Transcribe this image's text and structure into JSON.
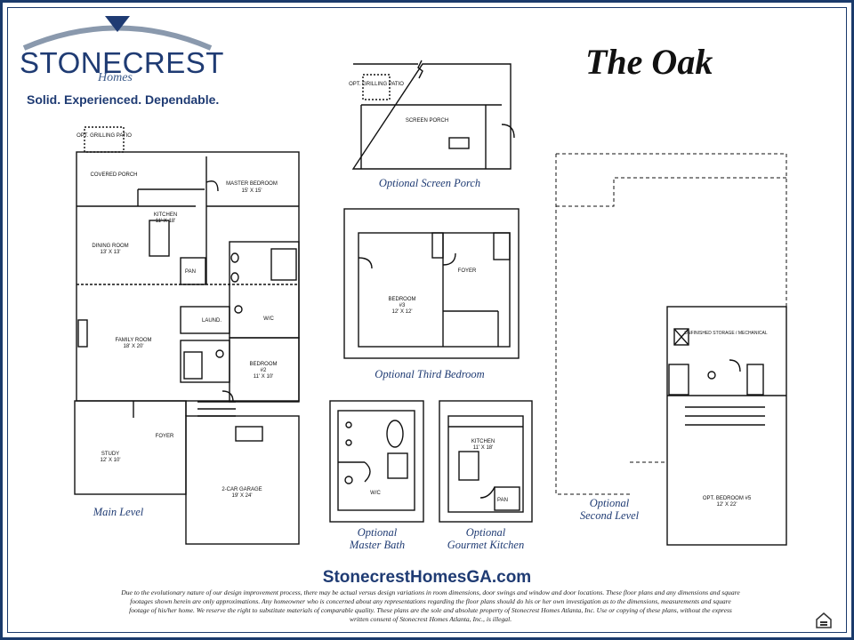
{
  "brand": {
    "name": "STONECREST",
    "sub": "Homes",
    "tagline": "Solid. Experienced. Dependable."
  },
  "plan_title": "The Oak",
  "captions": {
    "main_level": "Main Level",
    "screen_porch": "Optional Screen Porch",
    "third_bedroom": "Optional Third Bedroom",
    "master_bath": "Optional\nMaster Bath",
    "gourmet_kitchen": "Optional\nGourmet Kitchen",
    "second_level": "Optional\nSecond Level"
  },
  "rooms": {
    "grilling_patio": "OPT. GRILLING PATIO",
    "covered_porch": "COVERED PORCH",
    "master_bedroom": "MASTER BEDROOM",
    "master_bedroom_dim": "15' X 15'",
    "kitchen": "KITCHEN",
    "kitchen_dim": "11' X 18'",
    "dining_room": "DINING ROOM",
    "dining_room_dim": "13' X 13'",
    "pan": "PAN",
    "laund": "LAUND.",
    "wic": "W/C",
    "family_room": "FAMILY ROOM",
    "family_room_dim": "18' X 20'",
    "bedroom2": "BEDROOM",
    "bedroom2_num": "#2",
    "bedroom2_dim": "11' X 10'",
    "foyer": "FOYER",
    "study": "STUDY",
    "study_dim": "12' X 10'",
    "garage": "2-CAR GARAGE",
    "garage_dim": "19' X 24'",
    "screen_porch": "SCREEN PORCH",
    "bedroom3": "BEDROOM",
    "bedroom3_num": "#3",
    "bedroom3_dim": "12' X 12'",
    "storage": "UNFINISHED STORAGE / MECHANICAL",
    "bedroom5": "OPT. BEDROOM #5",
    "bedroom5_dim": "12' X 22'"
  },
  "website": "StonecrestHomesGA.com",
  "disclaimer": "Due to the evolutionary nature of our design improvement process, there may be actual versus design variations in room dimensions, door swings and window and door locations. These floor plans and any dimensions and square footages shown herein are only approximations. Any homeowner who is concerned about any representations regarding the floor plans should do his or her own investigation as to the dimensions, measurements and square footage of his/her home. We reserve the right to substitute materials of comparable quality. These plans are the sole and absolute property of Stonecrest Homes Atlanta, Inc. Use or copying of these plans, without the express written consent of Stonecrest Homes Atlanta, Inc., is illegal.",
  "colors": {
    "brand_blue": "#1f3b73",
    "line": "#111111"
  }
}
